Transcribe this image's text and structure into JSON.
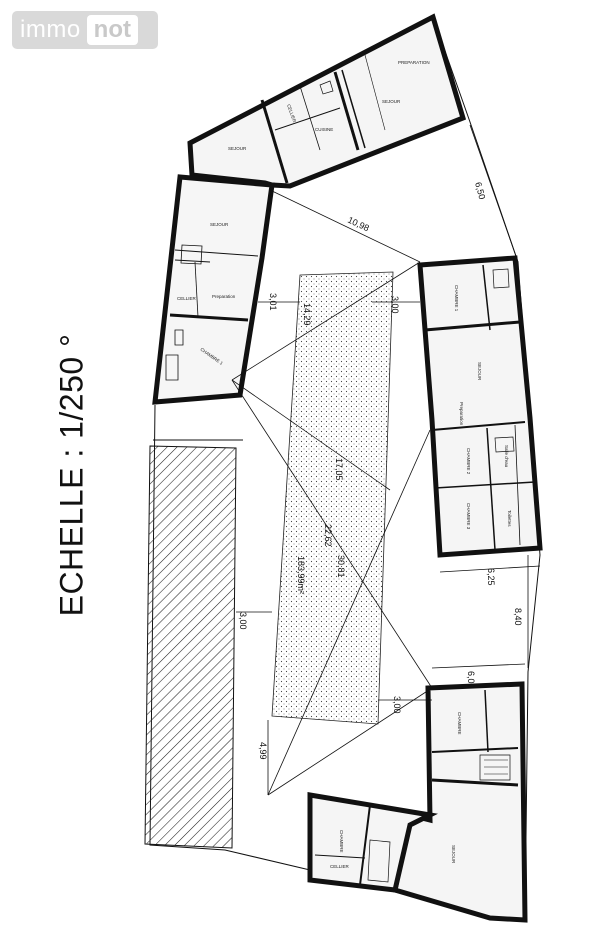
{
  "watermark": {
    "part1": "immo",
    "part2": "not"
  },
  "scale_label": "ECHELLE : 1/250 °",
  "dimensions": {
    "d1": "10,98",
    "d2": "6,50",
    "d3": "3,01",
    "d4": "14,29",
    "d5": "3,00",
    "d6": "17,05",
    "d7": "183,99m²",
    "d8": "22,62",
    "d9": "30,81",
    "d10": "6,25",
    "d11": "3,00",
    "d12": "8,40",
    "d13": "6,00",
    "d14": "3,00",
    "d15": "4,99"
  },
  "rooms": {
    "top_cellier": "CELLIER",
    "top_cuisine": "CUISINE",
    "top_sejour": "SEJOUR",
    "top_preparation": "PREPARATION",
    "top_sejour_left": "SEJOUR",
    "left_sejour": "SEJOUR",
    "left_cellier": "CELLIER",
    "left_preparation": "Preparation",
    "left_chambre": "CHAMBRE 1",
    "right_chambre1": "CHAMBRE 1",
    "right_sejour": "SEJOUR",
    "right_preparation": "Preparation",
    "right_chambre2": "CHAMBRE 2",
    "right_chambre3": "CHAMBRE 3",
    "right_sdb": "Salle d'eau",
    "right_wc": "Toilettes",
    "br_chambre": "CHAMBRE",
    "br_sejour": "SEJOUR",
    "bl_chambre": "CHAMBRE",
    "bl_cellier": "CELLIER"
  }
}
